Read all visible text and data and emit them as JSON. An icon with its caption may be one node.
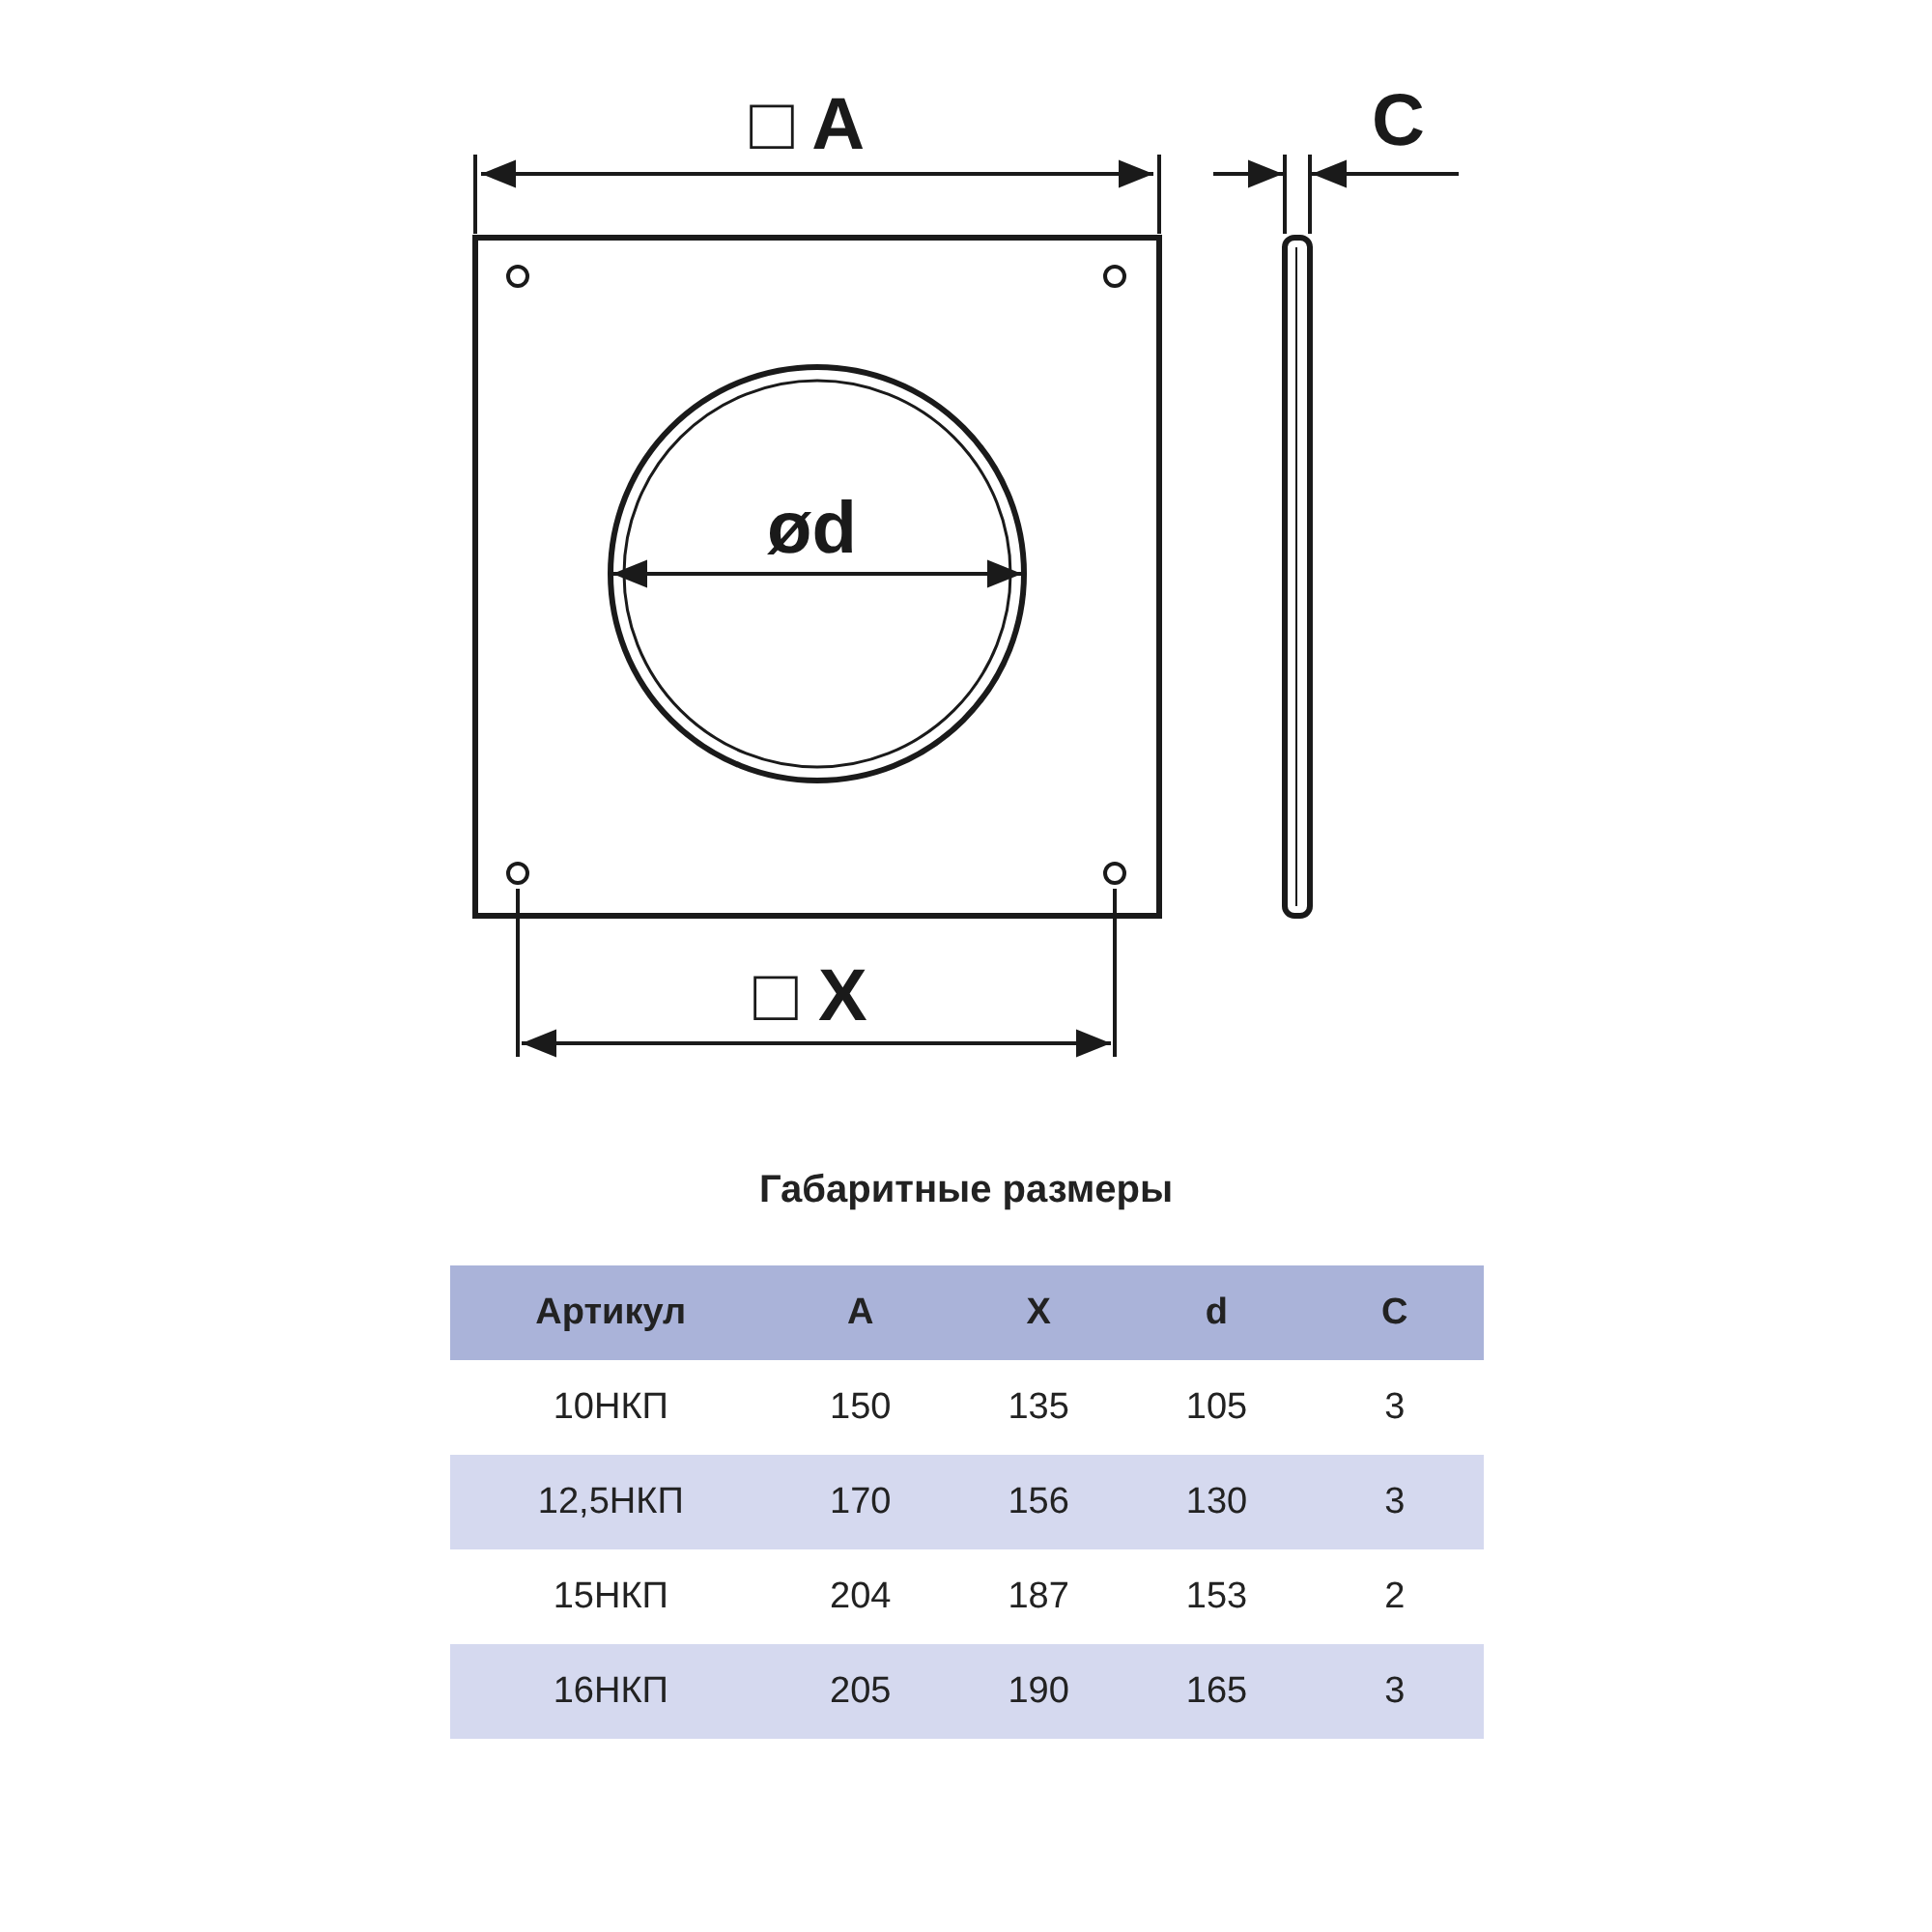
{
  "diagram": {
    "title": "Габаритные размеры",
    "labels": [
      "□ A",
      "C",
      "ød",
      "□ X",
      "Артикул",
      "A",
      "X",
      "d",
      "C",
      "10НКП",
      "150",
      "135",
      "105",
      "3",
      "12,5НКП",
      "170",
      "156",
      "130",
      "3",
      "15НКП",
      "204",
      "187",
      "153",
      "2",
      "16НКП",
      "205",
      "190",
      "165",
      "3"
    ]
  }
}
